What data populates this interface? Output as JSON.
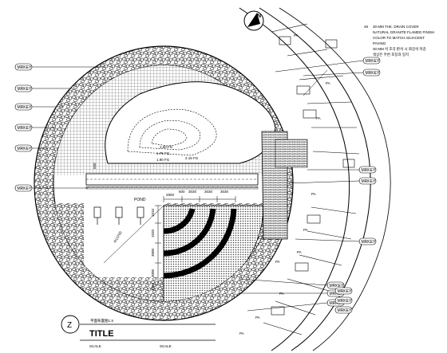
{
  "north_arrow": {
    "letter": "N"
  },
  "spec_note": {
    "number": "49",
    "lines": [
      "30 MM THK. DRAIN COVER",
      "NATURAL GRANITE FLAMED FINISH",
      "COLOR TO MATCH ADJACENT",
      "PAVING"
    ],
    "second_lines": [
      "30 MM 석 조각 판석 시 화강석 마감",
      "색상은 주변 포장과 일치"
    ]
  },
  "left_tags": [
    "MRKEY",
    "MRKEY",
    "MRKEY",
    "MRKEY",
    "MRKEY",
    "MRKEY"
  ],
  "right_tags": [
    "MRKEY",
    "MRKEY",
    "MRKEY",
    "MRKEY",
    "MRKEY",
    "MRKEY",
    "MRKEY",
    "MRKEY"
  ],
  "bottom_tags": [
    "MRKEY",
    "MRKEY",
    "MRKEY"
  ],
  "mound_levels": [
    "1.60 FG",
    "1.75 FG",
    "1.90 FG",
    "2.15 FG"
  ],
  "pond_label": "POND",
  "dimensions_top": [
    "2900",
    "600",
    "3030",
    "3030",
    "3030"
  ],
  "dimensions_side": [
    "1010",
    "1020",
    "3000",
    "3000",
    "3000"
  ],
  "radius_label": "R13700",
  "cross_dim": "500",
  "pa_labels": [
    "PA",
    "PA",
    "PA",
    "PA",
    "PA",
    "PA",
    "PA",
    "PA",
    "PA",
    "PA"
  ],
  "title_block": {
    "section_letter": "Z",
    "subtitle": "平面布置图1:X",
    "title": "TITLE",
    "scale_label_1": "SCALE",
    "scale_label_2": "SCALE"
  }
}
